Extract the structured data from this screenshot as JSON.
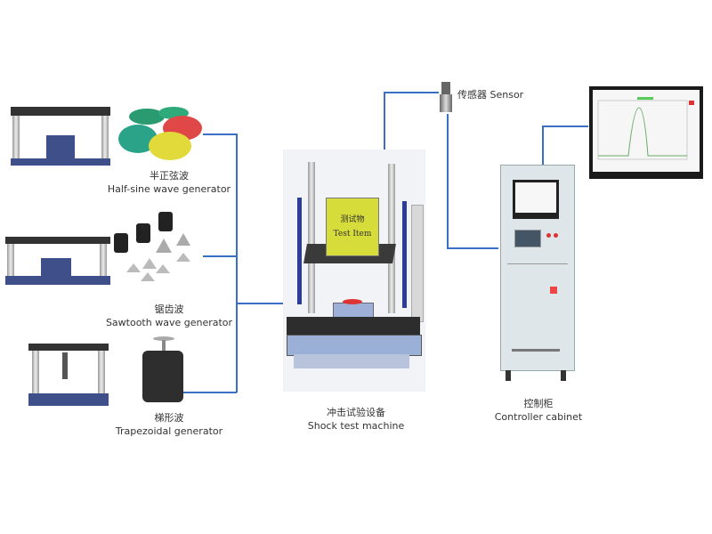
{
  "generators": [
    {
      "zh": "半正弦波",
      "en": "Half-sine wave generator"
    },
    {
      "zh": "锯齿波",
      "en": "Sawtooth wave generator"
    },
    {
      "zh": "梯形波",
      "en": "Trapezoidal generator"
    }
  ],
  "machine": {
    "zh": "冲击试验设备",
    "en": "Shock test machine",
    "item_zh": "测试物",
    "item_en": "Test Item"
  },
  "sensor": {
    "label": "传感器 Sensor"
  },
  "cabinet": {
    "zh": "控制柜",
    "en": "Controller cabinet"
  },
  "colors": {
    "connector": "#3b6fc6",
    "test_item": "#d6dc3a",
    "frame": "#3e4f8a"
  }
}
